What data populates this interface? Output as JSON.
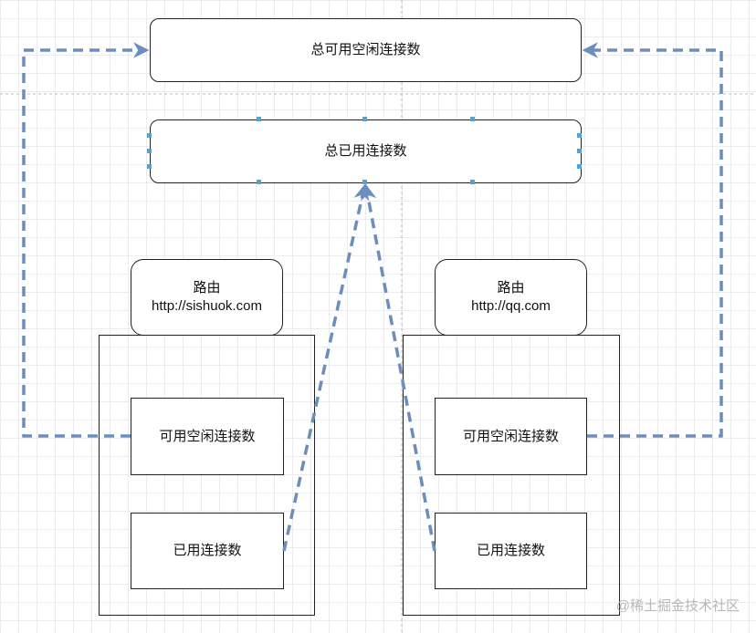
{
  "nodes": {
    "total_idle": "总可用空闲连接数",
    "total_used": "总已用连接数",
    "route_left": {
      "title": "路由",
      "url": "http://sishuok.com"
    },
    "route_right": {
      "title": "路由",
      "url": "http://qq.com"
    },
    "left_idle": "可用空闲连接数",
    "left_used": "已用连接数",
    "right_idle": "可用空闲连接数",
    "right_used": "已用连接数"
  },
  "watermark": "@稀土掘金技术社区",
  "colors": {
    "connector": "#6c8ebf",
    "selection_handle": "#4fa3d9",
    "border": "#222222"
  }
}
